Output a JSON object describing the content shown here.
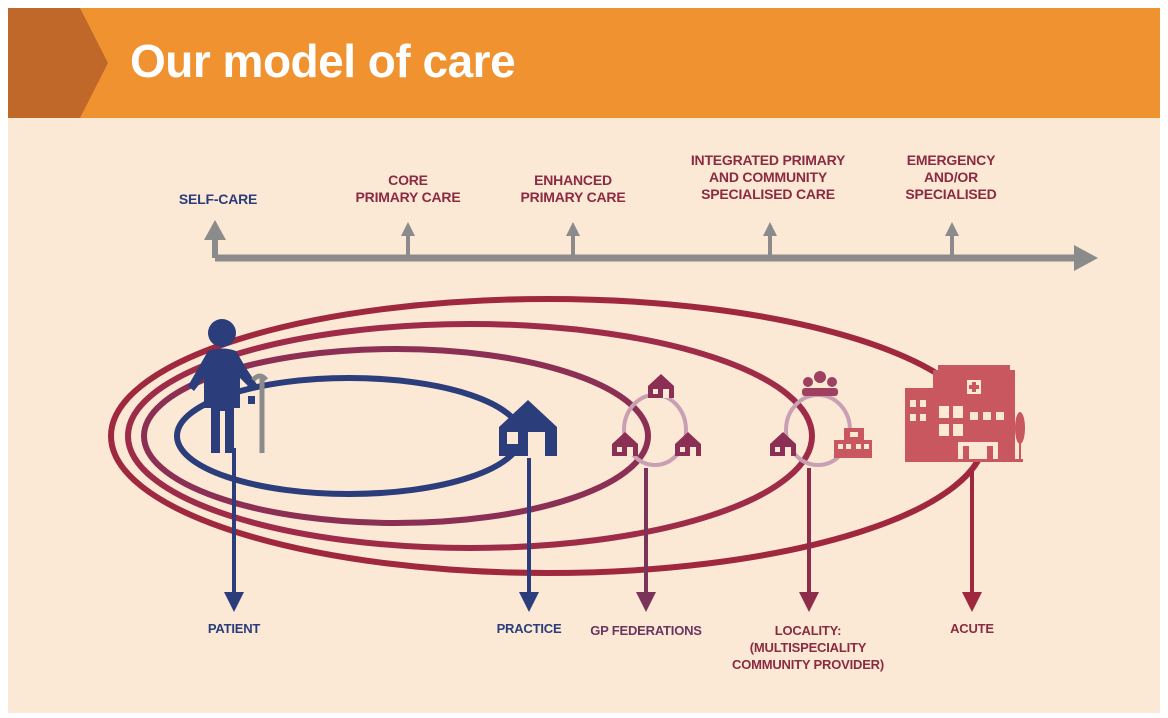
{
  "title": "Our model of care",
  "colors": {
    "header": "#f0922f",
    "header_chevron": "#c0682a",
    "background": "#fbe9d5",
    "axis": "#8b8b8b",
    "blue": "#2b3d7b",
    "maroon": "#a0283e",
    "building": "#c9575f"
  },
  "scale_labels": [
    {
      "lines": [
        "SELF-CARE"
      ]
    },
    {
      "lines": [
        "CORE",
        "PRIMARY CARE"
      ]
    },
    {
      "lines": [
        "ENHANCED",
        "PRIMARY CARE"
      ]
    },
    {
      "lines": [
        "INTEGRATED PRIMARY",
        "AND COMMUNITY",
        "SPECIALISED CARE"
      ]
    },
    {
      "lines": [
        "EMERGENCY",
        "AND/OR",
        "SPECIALISED"
      ]
    }
  ],
  "bottom_labels": [
    {
      "lines": [
        "PATIENT"
      ]
    },
    {
      "lines": [
        "PRACTICE"
      ]
    },
    {
      "lines": [
        "GP FEDERATIONS"
      ]
    },
    {
      "lines": [
        "LOCALITY:",
        "(MULTISPECIALITY",
        "COMMUNITY PROVIDER)"
      ]
    },
    {
      "lines": [
        "ACUTE"
      ]
    }
  ],
  "icons": [
    "patient-icon",
    "practice-house-icon",
    "gp-federation-icon",
    "locality-icon",
    "hospital-icon"
  ]
}
